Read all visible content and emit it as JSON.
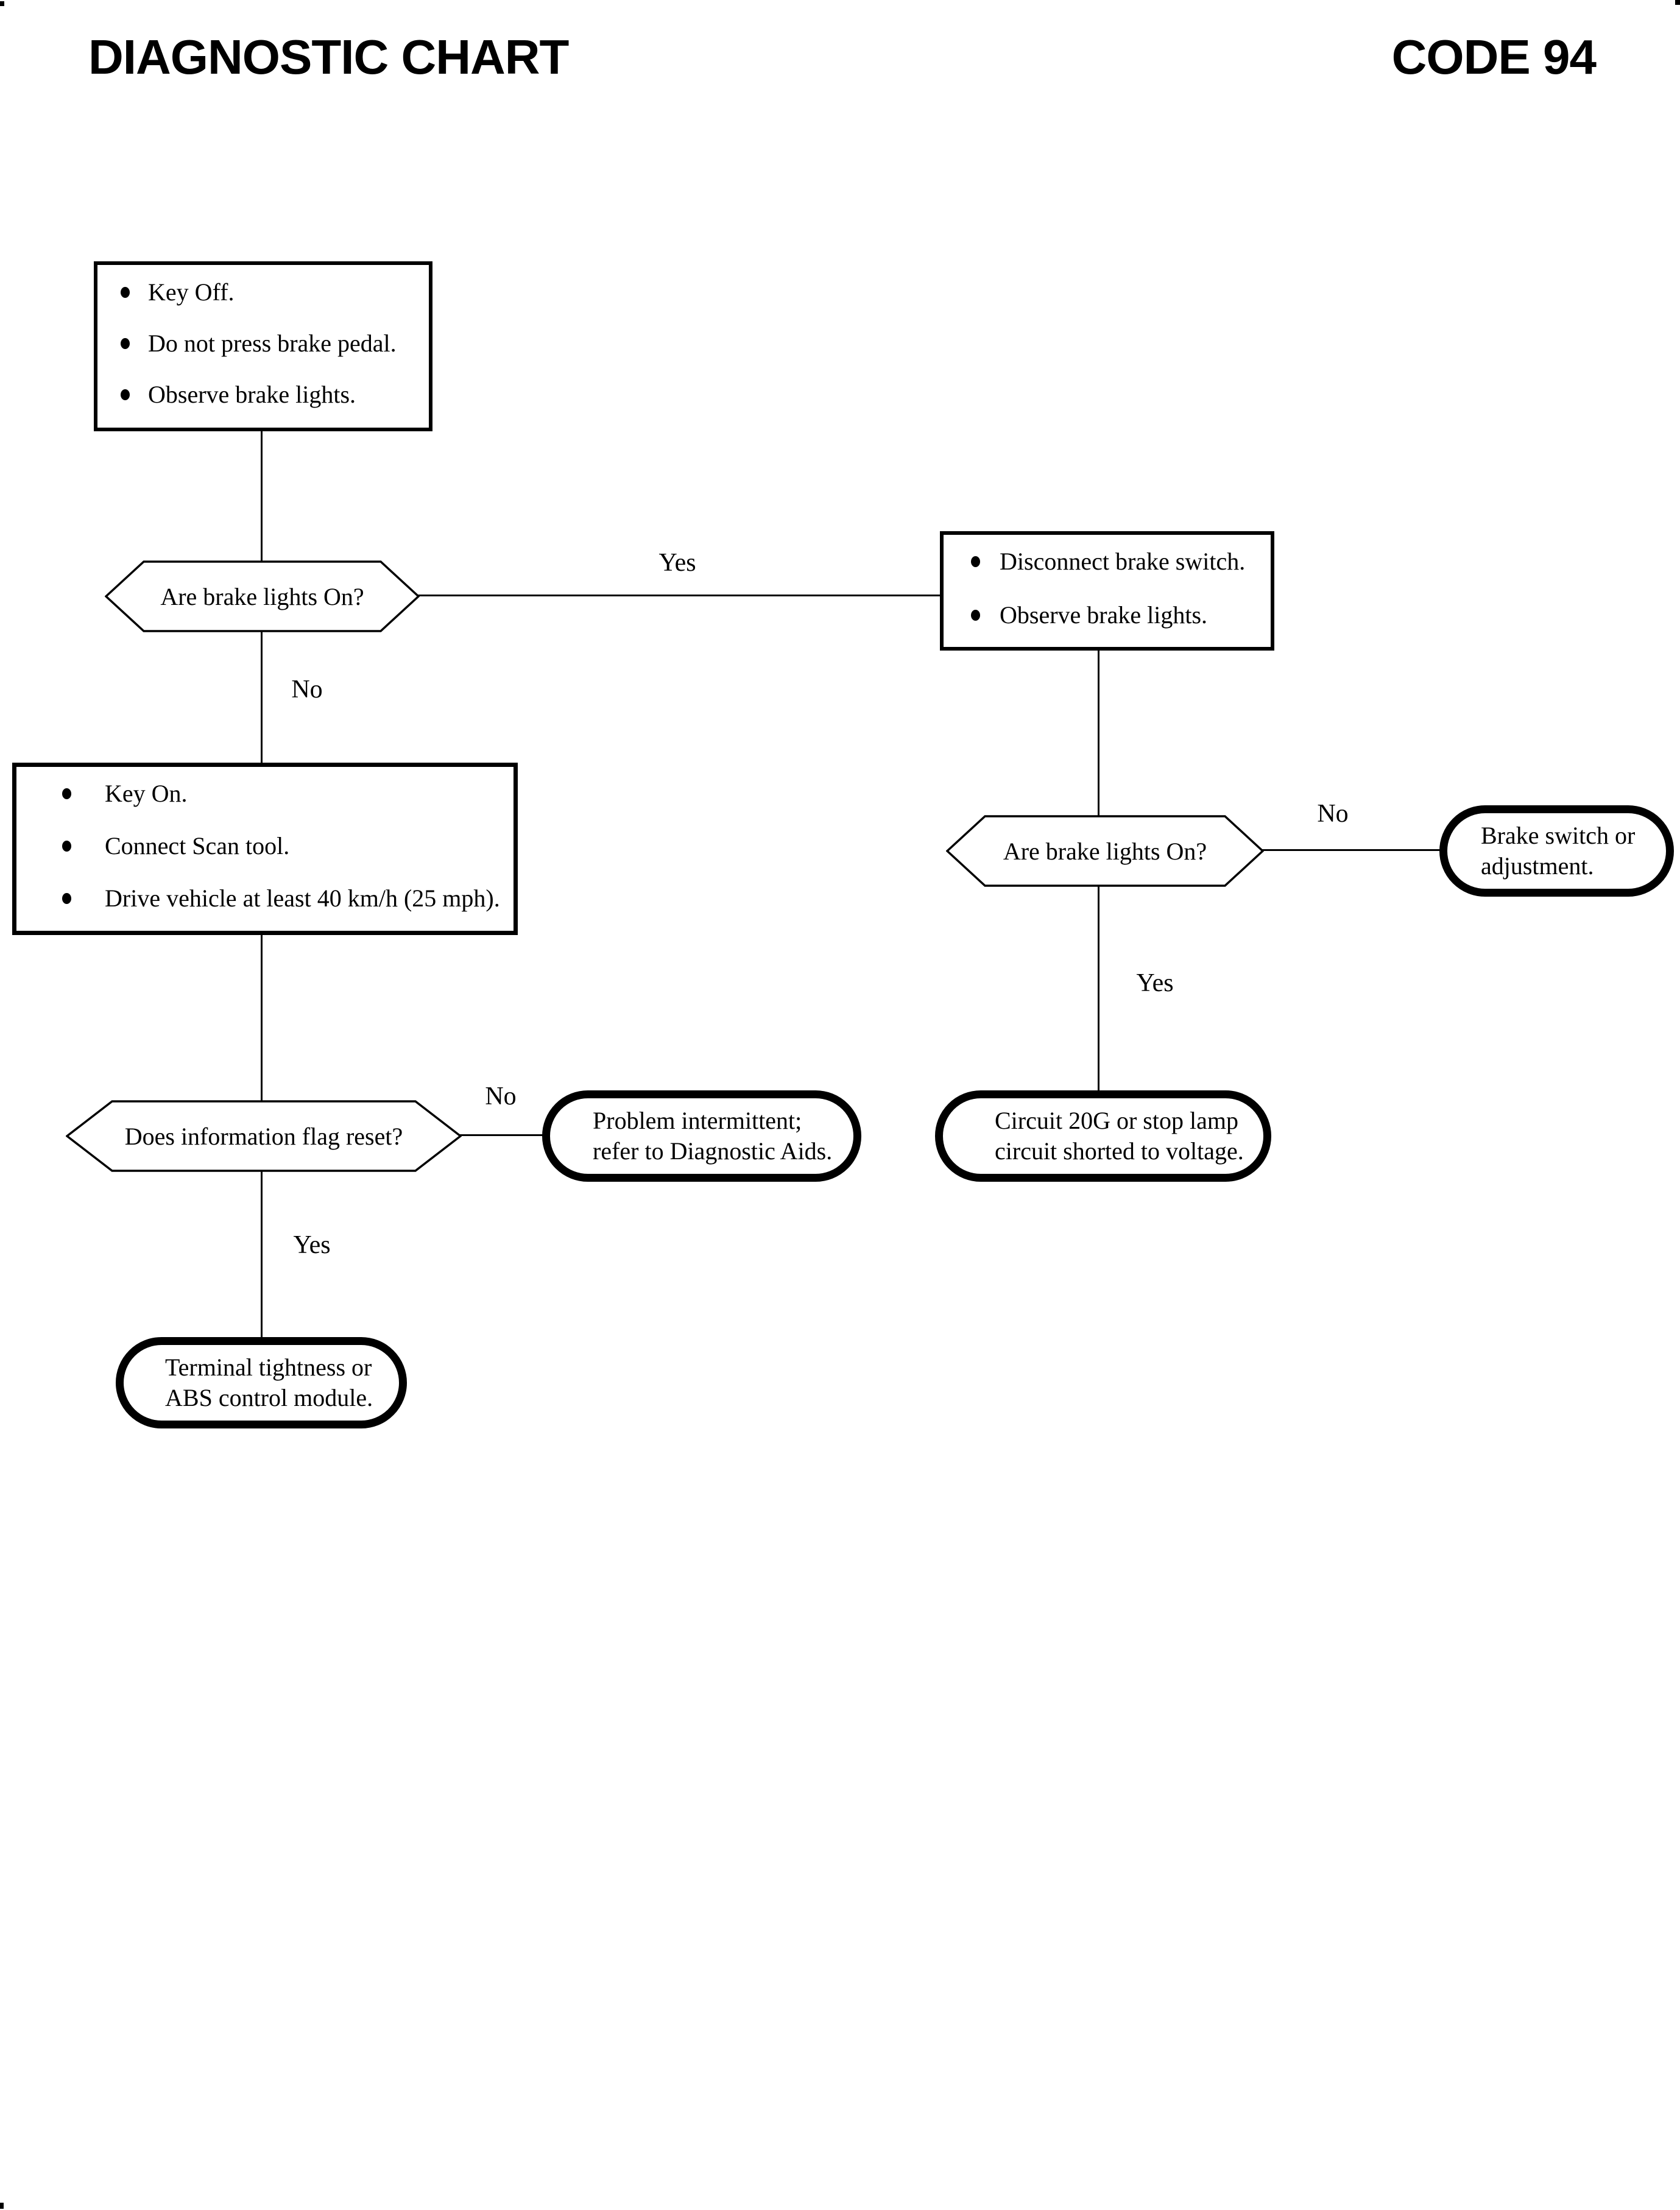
{
  "page": {
    "title": "DIAGNOSTIC CHART",
    "code": "CODE 94"
  },
  "colors": {
    "ink": "#000000",
    "paper": "#ffffff"
  },
  "nodes": {
    "start_box": {
      "items": [
        "Key Off.",
        "Do not press brake pedal.",
        "Observe brake lights."
      ]
    },
    "decision1": {
      "label": "Are brake lights On?"
    },
    "disconnect_box": {
      "items": [
        "Disconnect brake switch.",
        "Observe brake lights."
      ]
    },
    "decision2": {
      "label": "Are brake lights On?"
    },
    "brake_switch_terminal": {
      "lines": [
        "Brake switch or",
        "adjustment."
      ]
    },
    "circuit_terminal": {
      "lines": [
        "Circuit 20G or stop lamp",
        "circuit shorted to voltage."
      ]
    },
    "keyon_box": {
      "items": [
        "Key On.",
        "Connect Scan tool.",
        "Drive vehicle at least 40 km/h (25 mph)."
      ]
    },
    "decision3": {
      "label": "Does information flag reset?"
    },
    "intermittent_terminal": {
      "lines": [
        "Problem intermittent;",
        "refer to Diagnostic Aids."
      ]
    },
    "tightness_terminal": {
      "lines": [
        "Terminal tightness or",
        "ABS control module."
      ]
    }
  },
  "edges": {
    "decision1_yes": "Yes",
    "decision1_no": "No",
    "decision2_no": "No",
    "decision2_yes": "Yes",
    "decision3_no": "No",
    "decision3_yes": "Yes"
  }
}
